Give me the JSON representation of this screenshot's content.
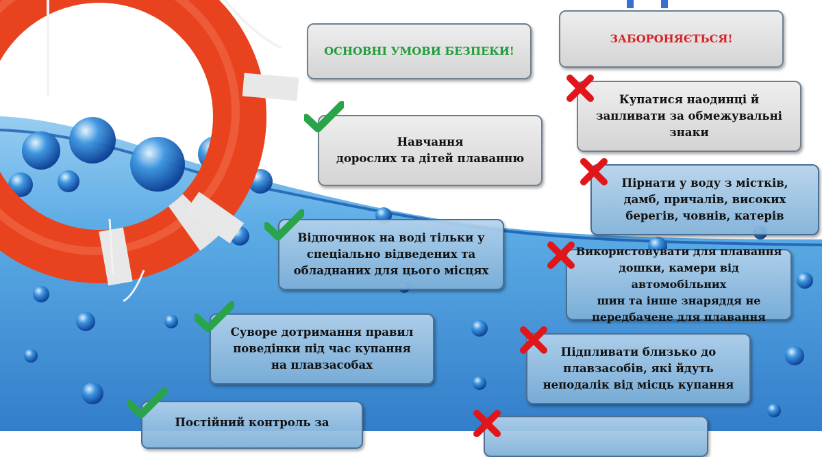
{
  "header_left": "ОСНОВНІ УМОВИ БЕЗПЕКИ!",
  "header_right": "ЗАБОРОНЯЄТЬСЯ!",
  "allowed": [
    "Навчання\nдорослих та дітей плаванню",
    "Відпочинок на воді тільки у\nспеціально відведених та\nобладнаних для цього місцях",
    "Суворе дотримання правил\nповедінки під час купання\nна плавзасобах",
    "Постійний контроль за"
  ],
  "forbidden": [
    "Купатися наодинці й\nзапливати за обмежувальні\nзнаки",
    "Пірнати у воду з містків,\nдамб, причалів, високих\nберегів, човнів, катерів",
    "Використовувати для плавання\nдошки, камери від автомобільних\nшин та інше знаряддя не\nпередбачене для плавання",
    "Підпливати близько до\nплавзасобів, які йдуть\nнеподалік від місць купання",
    ""
  ],
  "colors": {
    "allowed_heading": "#1f9c3a",
    "forbidden_heading": "#d71f26",
    "check": "#2aa44a",
    "cross": "#e0161b",
    "ring": "#e8431e",
    "water": "#1f7fd0"
  },
  "icons": [
    "life-ring",
    "check-icon",
    "cross-icon",
    "water-bubbles"
  ]
}
